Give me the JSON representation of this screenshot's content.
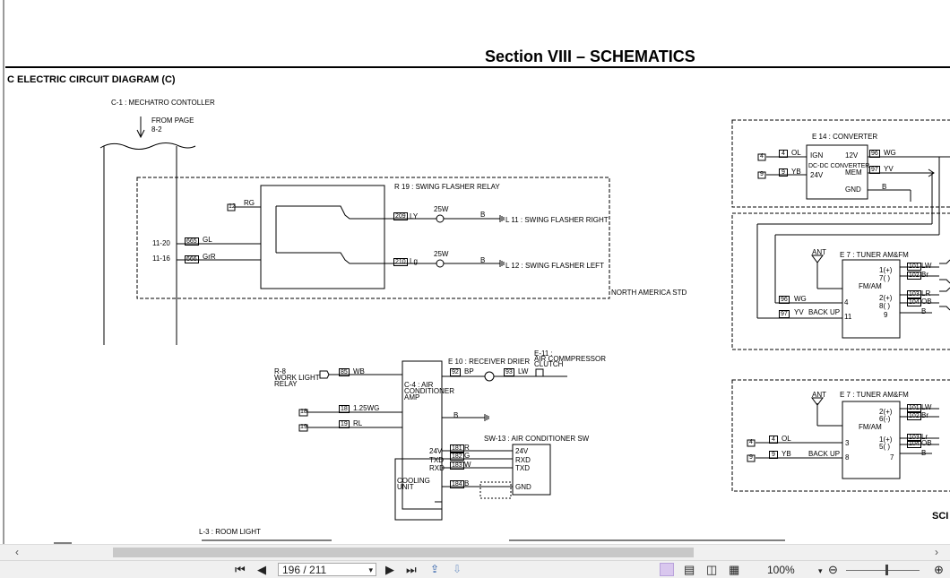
{
  "document": {
    "section_title": "Section VIII – SCHEMATICS",
    "diagram_title": "C  ELECTRIC CIRCUIT DIAGRAM (C)",
    "corner_text": "SCI",
    "labels": {
      "c1": "C-1 : MECHATRO CONTOLLER",
      "from_page_1": "FROM PAGE",
      "from_page_2": "8-2",
      "pin_11_20": "11-20",
      "pin_11_16": "11-16",
      "w665": "665",
      "gl": "GL",
      "w666": "666",
      "grr": "GrR",
      "w12": "12",
      "rg": "RG",
      "r19": "R 19 : SWING FLASHER RELAY",
      "w209": "209",
      "ly": "LY",
      "w210": "210",
      "lg": "Lg",
      "w25a": "25W",
      "w25b": "25W",
      "b1": "B",
      "b2": "B",
      "l11": "L 11 : SWING FLASHER RIGHT",
      "l12": "L 12 : SWING FLASHER LEFT",
      "na_std": "NORTH AMERICA STD",
      "e14": "E 14 : CONVERTER",
      "w4a": "4",
      "ol_a": "OL",
      "ign": "IGN",
      "v12": "12V",
      "w96a": "96",
      "wg_a": "WG",
      "dcdc": "DC-DC CONVERTER",
      "mem": "MEM",
      "w97a": "97",
      "yv_a": "YV",
      "w9a": "9",
      "yb_a": "YB",
      "v24": "24V",
      "gnd": "GND",
      "b3": "B",
      "ant1": "ANT",
      "e7a": "E 7 : TUNER AM&FM",
      "p1p": "1(+)",
      "p7": "7( )",
      "fmam1": "FM/AM",
      "w101": "101",
      "lw1": "LW",
      "w102": "102",
      "br1": "Br",
      "p2p": "2(+)",
      "p8": "8( )",
      "w103": "103",
      "lr1": "LR",
      "w104": "104",
      "ob1": "OB",
      "w96b": "96",
      "wg_b": "WG",
      "n4": "4",
      "w97b": "97",
      "yv_b": "YV",
      "backup1": "BACK UP",
      "n11": "11",
      "n9": "9",
      "b4": "B",
      "r8_1": "R-8",
      "r8_2": "WORK LIGHT",
      "r8_3": "RELAY",
      "w85": "85",
      "wb": "WB",
      "c4_1": "C-4 : AIR",
      "c4_2": "CONDITIONER",
      "c4_3": "AMP",
      "e10": "E 10 : RECEIVER DRIER",
      "e11_1": "E-11 :",
      "e11_2": "AIR COMMPRESSOR",
      "e11_3": "CLUTCH",
      "w92": "92",
      "bp": "BP",
      "w93": "93",
      "lw2": "LW",
      "w18": "18",
      "w125": "1.25WG",
      "w19": "19",
      "rl": "RL",
      "t18": "18",
      "t19": "19",
      "b5": "B",
      "sw13": "SW-13 : AIR CONDITIONER SW",
      "v24b": "24V",
      "txd1": "TXD",
      "rxd1": "RXD",
      "w181": "181",
      "r1": "R",
      "w182": "182",
      "g1": "G",
      "w183": "183",
      "w1": "W",
      "v24c": "24V",
      "rxd2": "RXD",
      "txd2": "TXD",
      "gnd2": "GND",
      "w184": "184",
      "b6": "B",
      "cool1": "COOLING",
      "cool2": "UNIT",
      "l3": "L-3 : ROOM LIGHT",
      "ant2": "ANT",
      "e7b": "E 7 : TUNER AM&FM",
      "p2pb": "2(+)",
      "p6": "6(-)",
      "fmam2": "FM/AM",
      "w101b": "101",
      "lw3": "LW",
      "w102b": "102",
      "br2": "Br",
      "p1pb": "1(+)",
      "p5": "5( )",
      "w103b": "103",
      "lr2": "Lr",
      "w104b": "104",
      "ob2": "OB",
      "w4b": "4",
      "ol_b": "OL",
      "n3": "3",
      "w9b": "9",
      "yb_b": "YB",
      "backup2": "BACK UP",
      "n8": "8",
      "n7": "7",
      "b7": "B",
      "t4a": "4",
      "t9a": "9",
      "t4b": "4",
      "t9b": "9"
    }
  },
  "toolbar": {
    "page_input": "196 / 211",
    "zoom": "100%"
  },
  "icons": [
    "first-page-icon",
    "prev-page-icon",
    "next-page-icon",
    "last-page-icon",
    "go-back-icon",
    "go-forward-icon",
    "single-page-icon",
    "continuous-icon",
    "facing-icon",
    "continuous-facing-icon",
    "zoom-out-icon",
    "zoom-in-icon"
  ]
}
